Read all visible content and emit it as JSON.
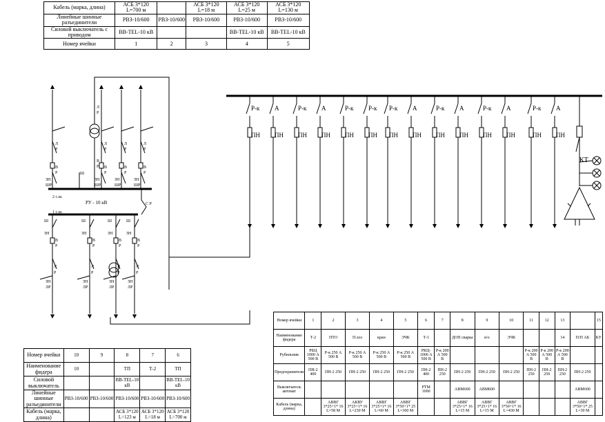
{
  "top_table": {
    "row_headers": [
      "Кабель (марка, длина)",
      "Линейные шинные разъединители",
      "Силовой выключатель с приводом",
      "Номер ячейки"
    ],
    "columns": [
      {
        "cable": "АСБ 3*120 L=700 м",
        "disconnector": "РВЗ-10/600",
        "breaker": "ВВ-TEL-10 кВ",
        "cell": "1"
      },
      {
        "cable": "",
        "disconnector": "РВЗ-10/600",
        "breaker": "",
        "cell": "2"
      },
      {
        "cable": "АСБ 3*120 L=18 м",
        "disconnector": "РВЗ-10/600",
        "breaker": "",
        "cell": "3"
      },
      {
        "cable": "АСБ 3*120 L=25 м",
        "disconnector": "РВЗ-10/600",
        "breaker": "ВВ-TEL-10 кВ",
        "cell": "4"
      },
      {
        "cable": "АСБ 3*120 L=130 м",
        "disconnector": "РВЗ-10/600",
        "breaker": "ВВ-TEL-10 кВ",
        "cell": "5"
      }
    ]
  },
  "bottom_left_table": {
    "row_headers": [
      "Номер ячейки",
      "Наименование фидера",
      "Силовой выключатель",
      "Линейные шинные разъединители",
      "Кабель (марка, длина)"
    ],
    "columns": [
      {
        "cell": "10",
        "feeder": "10",
        "breaker": "",
        "disconnector": "РВЗ-10/600",
        "cable": ""
      },
      {
        "cell": "9",
        "feeder": "",
        "breaker": "",
        "disconnector": "РВЗ-10/600",
        "cable": ""
      },
      {
        "cell": "8",
        "feeder": "ТП",
        "breaker": "ВВ-TEL-10 кВ",
        "disconnector": "РВЗ-10/600",
        "cable": "АСБ 3*120 L=123 м"
      },
      {
        "cell": "7",
        "feeder": "Т-2",
        "breaker": "",
        "disconnector": "РВЗ-10/600",
        "cable": "АСБ 3*120 L=18 м"
      },
      {
        "cell": "6",
        "feeder": "ТП",
        "breaker": "ВВ-TEL-10 кВ",
        "disconnector": "РВЗ-10/600",
        "cable": "АСБ 3*120 L=700 м"
      }
    ]
  },
  "feeder_table": {
    "row_headers": [
      "Номер ячейки",
      "Наименование фидера",
      "Рубильник",
      "Предохранители",
      "Выключатель автомат",
      "Кабель (марка, длина)"
    ],
    "columns": [
      {
        "num": "1",
        "name": "Т-2",
        "switch": "РБЦ 1000 А 500 В",
        "fuse": "ПН-2 400",
        "breaker": "",
        "cable": ""
      },
      {
        "num": "2",
        "name": "ПТО",
        "switch": "Р-к 250 А 500 В",
        "fuse": "ПН-2 250",
        "breaker": "",
        "cable": "АВВГ 3*25+1* 16 L=58 М"
      },
      {
        "num": "3",
        "name": "П.хоз",
        "switch": "Р-к 250 А 500 В",
        "fuse": "ПН-2 250",
        "breaker": "",
        "cable": "АКВУ 3*25+1* 16 L=230 М"
      },
      {
        "num": "4",
        "name": "кран",
        "switch": "Р-к 250 А 500 В",
        "fuse": "ПН-2 250",
        "breaker": "",
        "cable": "АВВГ 3*25+1* 16 L=60 М"
      },
      {
        "num": "5",
        "name": "ЭЧК",
        "switch": "Р-к 250 А 500 В",
        "fuse": "ПН-2 250",
        "breaker": "",
        "cable": "АВВГ 3*50+1* 25 L=360 М"
      },
      {
        "num": "6",
        "name": "Т-1",
        "switch": "РКЦ- 1000 А 500 В",
        "fuse": "ПН-2 400",
        "breaker": "РТМ 1000",
        "cable": ""
      },
      {
        "num": "7",
        "name": "",
        "switch": "Р-к 200 А 500 В",
        "fuse": "ПН-2 250",
        "breaker": "",
        "cable": ""
      },
      {
        "num": "8",
        "name": "ДОП сварка",
        "switch": "",
        "fuse": "ПН-2 250",
        "breaker": "АВМ600",
        "cable": "АВВГ 3*25+1* 16 L=15 М"
      },
      {
        "num": "9",
        "name": "в/о",
        "switch": "",
        "fuse": "ПН-2 250",
        "breaker": "АВМ600",
        "cable": "АВВГ 3*25+1* 16 L=15 М"
      },
      {
        "num": "10",
        "name": "ЭЧК",
        "switch": "",
        "fuse": "ПН-2 250",
        "breaker": "",
        "cable": "АВВГ 3*50+1* 16 L=430 М"
      },
      {
        "num": "11",
        "name": "",
        "switch": "Р-к 200 А 500 В",
        "fuse": "ПН-2 250",
        "breaker": "",
        "cable": ""
      },
      {
        "num": "12",
        "name": "",
        "switch": "Р-к 200 А 500 В",
        "fuse": "ПН-2 250",
        "breaker": "",
        "cable": ""
      },
      {
        "num": "13",
        "name": "14",
        "switch": "Р-к 200 А 500 В",
        "fuse": "ПН-2 250",
        "breaker": "",
        "cable": ""
      },
      {
        "num": "",
        "name": "П/П АБ",
        "switch": "",
        "fuse": "ПН-2 250",
        "breaker": "АВМ600",
        "cable": "АВВГ 3*50+1* 25 L=30 М"
      },
      {
        "num": "15",
        "name": "КУ",
        "switch": "",
        "fuse": "",
        "breaker": "",
        "cable": ""
      }
    ]
  },
  "labels": {
    "switchgear": "РУ - 10 кВ",
    "section1": "1 с.ш.",
    "section2": "2 с.ш.",
    "coupler": "С Р",
    "rk": "Р-к",
    "a": "А",
    "pn": "ПН",
    "kt": "КТ",
    "l": "Л",
    "r": "Р",
    "v": "В",
    "sh": "Ш",
    "zn": "ЗН",
    "shr": "ШР",
    "lr": "ЛР"
  },
  "lv_labels_top": [
    "Р-к",
    "А",
    "Р-к",
    "А",
    "Р-к",
    "Р-к",
    "Р-к",
    "А",
    "Р-к",
    "А",
    "Р-к",
    "А",
    "Р-к",
    "А"
  ]
}
